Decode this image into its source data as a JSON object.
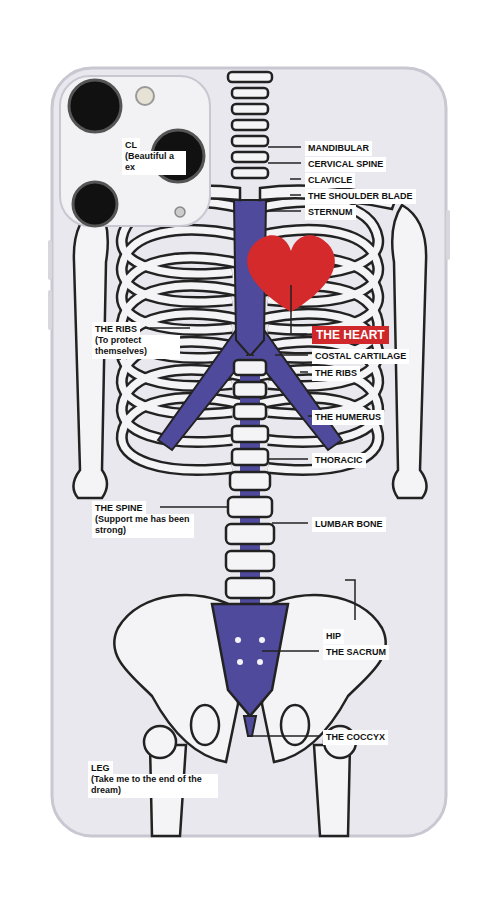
{
  "diagram": {
    "labels": [
      "MANDIBULAR",
      "CERVICAL SPINE",
      "CLAVICLE",
      "THE SHOULDER BLADE",
      "STERNUM",
      "CL",
      "(Beautiful a ex",
      "THE RIBS",
      "(To protect themselves)",
      "THE HEART",
      "COSTAL CARTILAGE",
      "THE RIBS",
      "THE HUMERUS",
      "THORACIC",
      "THE SPINE",
      "(Support me has been strong)",
      "LUMBAR BONE",
      "HIP",
      "THE SACRUM",
      "THE COCCYX",
      "LEG",
      "(Take me to the end of the dream)"
    ]
  }
}
